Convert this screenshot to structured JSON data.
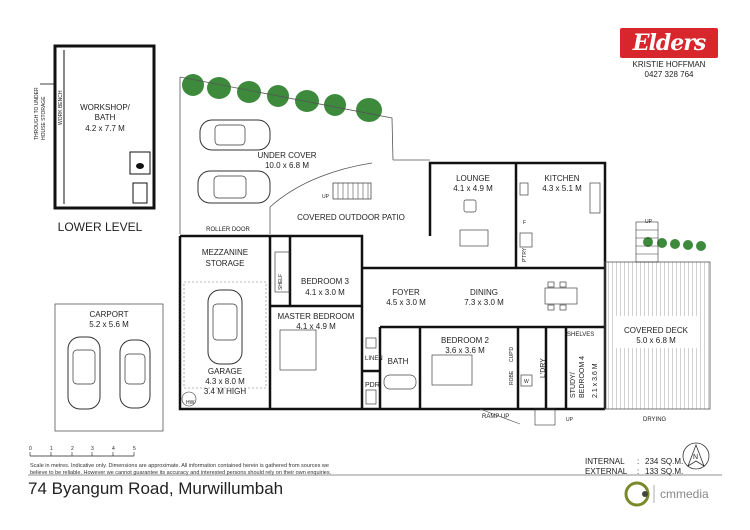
{
  "brand": {
    "name": "Elders",
    "color": "#d7262c"
  },
  "agent": {
    "name": "KRISTIE HOFFMAN",
    "phone": "0427 328 764"
  },
  "lower_level": {
    "title": "LOWER LEVEL",
    "workshop_name": "WORKSHOP/",
    "workshop_name2": "BATH",
    "workshop_dims": "4.2 x 7.7 M",
    "work_bench": "WORK BENCH",
    "under_storage_1": "THROUGH TO UNDER",
    "under_storage_2": "HOUSE STORAGE"
  },
  "rooms": {
    "under_cover": {
      "name": "UNDER COVER",
      "dims": "10.0 x 6.8 M"
    },
    "covered_patio": {
      "name": "COVERED OUTDOOR PATIO"
    },
    "lounge": {
      "name": "LOUNGE",
      "dims": "4.1 x 4.9 M"
    },
    "kitchen": {
      "name": "KITCHEN",
      "dims": "4.3 x 5.1 M"
    },
    "mezzanine": {
      "name": "MEZZANINE",
      "name2": "STORAGE"
    },
    "bedroom3": {
      "name": "BEDROOM 3",
      "dims": "4.1 x 3.0 M"
    },
    "foyer": {
      "name": "FOYER",
      "dims": "4.5 x 3.0 M"
    },
    "dining": {
      "name": "DINING",
      "dims": "7.3 x 3.0 M"
    },
    "master": {
      "name": "MASTER BEDROOM",
      "dims": "4.1 x 4.9 M"
    },
    "bedroom2": {
      "name": "BEDROOM 2",
      "dims": "3.6 x 3.6 M"
    },
    "garage": {
      "name": "GARAGE",
      "dims": "4.3 x 8.0 M",
      "height": "3.4 M HIGH"
    },
    "carport": {
      "name": "CARPORT",
      "dims": "5.2 x 5.6 M"
    },
    "covered_deck": {
      "name": "COVERED DECK",
      "dims": "5.0 x 6.8 M"
    },
    "study": {
      "name": "STUDY/",
      "name2": "BEDROOM 4",
      "dims": "2.1 x 3.6 M"
    }
  },
  "fixtures": {
    "roller_door": "ROLLER DOOR",
    "shelf": "SHELF",
    "linen": "LINEN",
    "bath": "BATH",
    "pdr": "PDR",
    "cupd": "CUP'D",
    "robe": "ROBE",
    "ldry": "L'DRY",
    "shelves": "SHELVES",
    "drying": "DRYING",
    "ramp_up": "RAMP UP",
    "up": "UP",
    "hw": "HW",
    "fridge": "F",
    "pantry": "P'TRY",
    "washer": "W"
  },
  "scale": {
    "ticks": [
      "0",
      "1",
      "2",
      "3",
      "4",
      "5"
    ],
    "note1": "Scale in metres.  Indicative only.  Dimensions are approximate.  All information contained herein is gathered from sources we",
    "note2": "believe to be reliable. However we cannot guarantee its accuracy and interested persons should rely on their own enquiries."
  },
  "areas": {
    "internal_label": "INTERNAL",
    "internal_value": "234 SQ.M.",
    "external_label": "EXTERNAL",
    "external_value": "133 SQ.M."
  },
  "compass": {
    "label": "N"
  },
  "address": "74 Byangum Road, Murwillumbah",
  "credit": {
    "name": "cmmedia",
    "accent": "#7a8a2a"
  },
  "colors": {
    "wall": "#111111",
    "tree": "#3d8a3d",
    "deck_line": "#555555"
  }
}
